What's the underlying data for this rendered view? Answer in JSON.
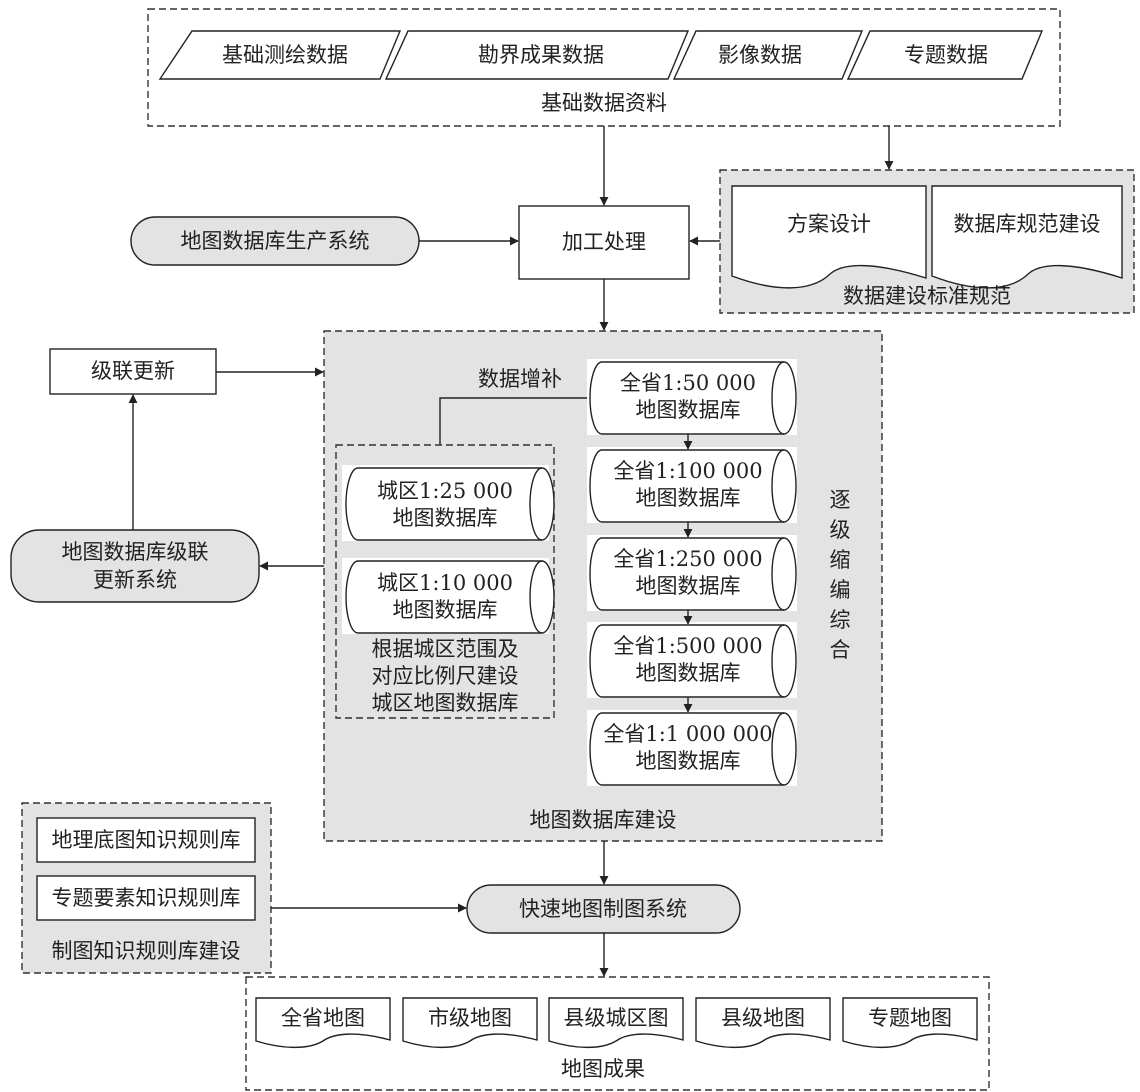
{
  "basic_data": {
    "group_label": "基础数据资料",
    "items": [
      "基础测绘数据",
      "勘界成果数据",
      "影像数据",
      "专题数据"
    ]
  },
  "processing": "加工处理",
  "production_system": "地图数据库生产系统",
  "standards": {
    "group_label": "数据建设标准规范",
    "items": [
      "方案设计",
      "数据库规范建设"
    ]
  },
  "cascade_update": "级联更新",
  "cascade_system": [
    "地图数据库级联",
    "更新系统"
  ],
  "db_construction": {
    "group_label": "地图数据库建设",
    "supplement_label": "数据增补",
    "progressive_label": [
      "逐",
      "级",
      "缩",
      "编",
      "综",
      "合"
    ],
    "province_dbs": [
      [
        "全省1:50  000",
        "地图数据库"
      ],
      [
        "全省1:100  000",
        "地图数据库"
      ],
      [
        "全省1:250  000",
        "地图数据库"
      ],
      [
        "全省1:500  000",
        "地图数据库"
      ],
      [
        "全省1:1 000  000",
        "地图数据库"
      ]
    ],
    "urban": {
      "dbs": [
        [
          "城区1:25 000",
          "地图数据库"
        ],
        [
          "城区1:10  000",
          "地图数据库"
        ]
      ],
      "caption": [
        "根据城区范围及",
        "对应比例尺建设",
        "城区地图数据库"
      ]
    }
  },
  "knowledge": {
    "group_label": "制图知识规则库建设",
    "items": [
      "地理底图知识规则库",
      "专题要素知识规则库"
    ]
  },
  "fast_mapping_system": "快速地图制图系统",
  "results": {
    "group_label": "地图成果",
    "items": [
      "全省地图",
      "市级地图",
      "县级城区图",
      "县级地图",
      "专题地图"
    ]
  }
}
